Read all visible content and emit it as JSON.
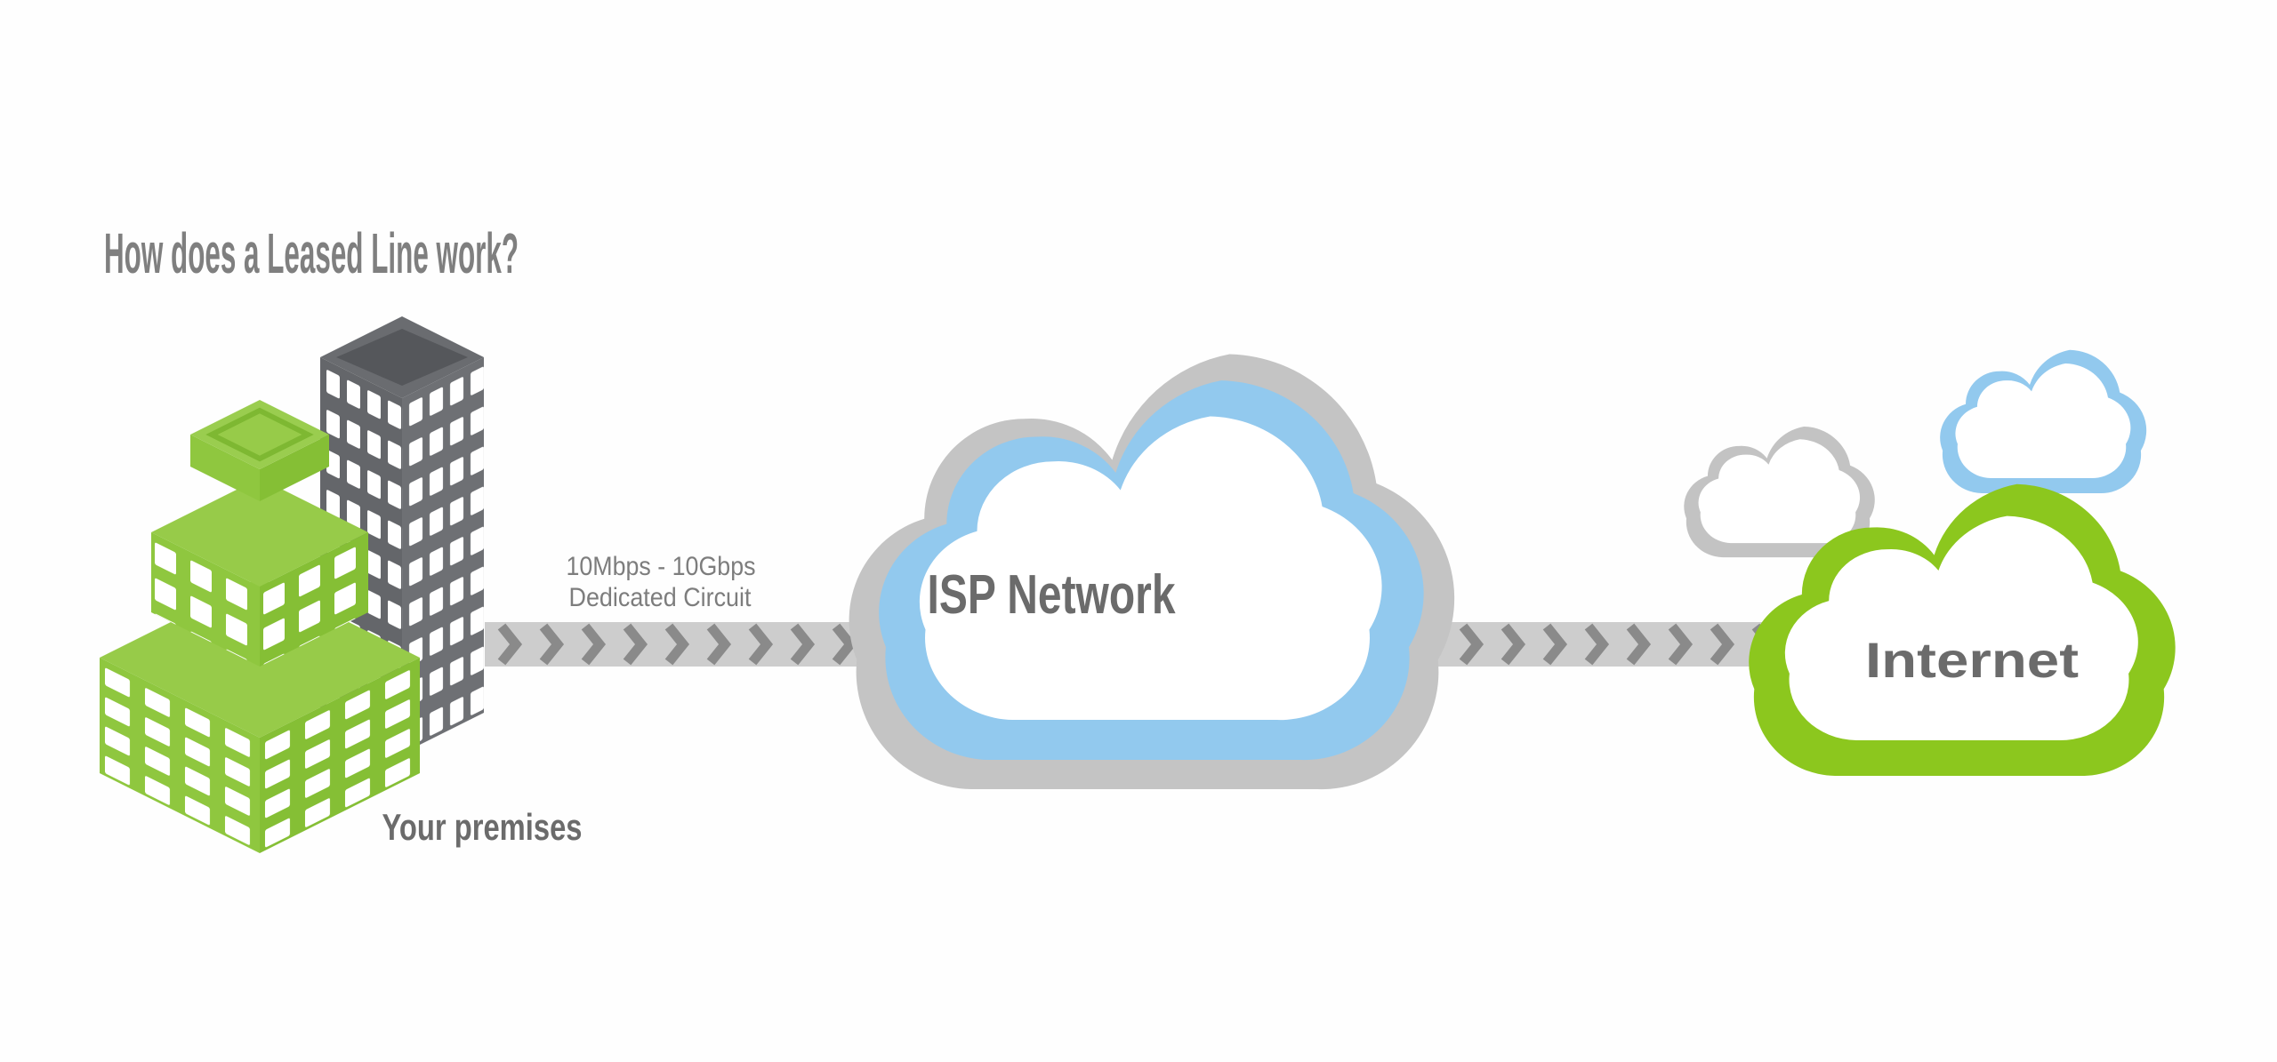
{
  "heading": "How does a Leased Line work?",
  "premises": {
    "caption": "Your premises"
  },
  "circuit": {
    "line1": "10Mbps - 10Gbps",
    "line2": "Dedicated Circuit"
  },
  "isp": {
    "label": "ISP Network"
  },
  "internet": {
    "label": "Internet"
  },
  "icons": {
    "buildings": "isometric-office-buildings",
    "arrows": "chevron-flow-band",
    "clouds": [
      "isp-network-cloud",
      "internet-cloud",
      "small-gray-cloud",
      "small-blue-cloud"
    ]
  },
  "colors": {
    "green_accent": "#8DC63F",
    "green_cloud_border": "#8CC71E",
    "blue_cloud_border": "#92C9EE",
    "gray_cloud_border": "#C4C4C4",
    "band_background": "#CDCDCD",
    "chevron": "#8A8A8A",
    "dark_building": "#66686C",
    "heading_text": "#7F7F7F",
    "label_text": "#6B6B6B",
    "circuit_text": "#7D7D7D",
    "background": "#FFFFFF"
  }
}
